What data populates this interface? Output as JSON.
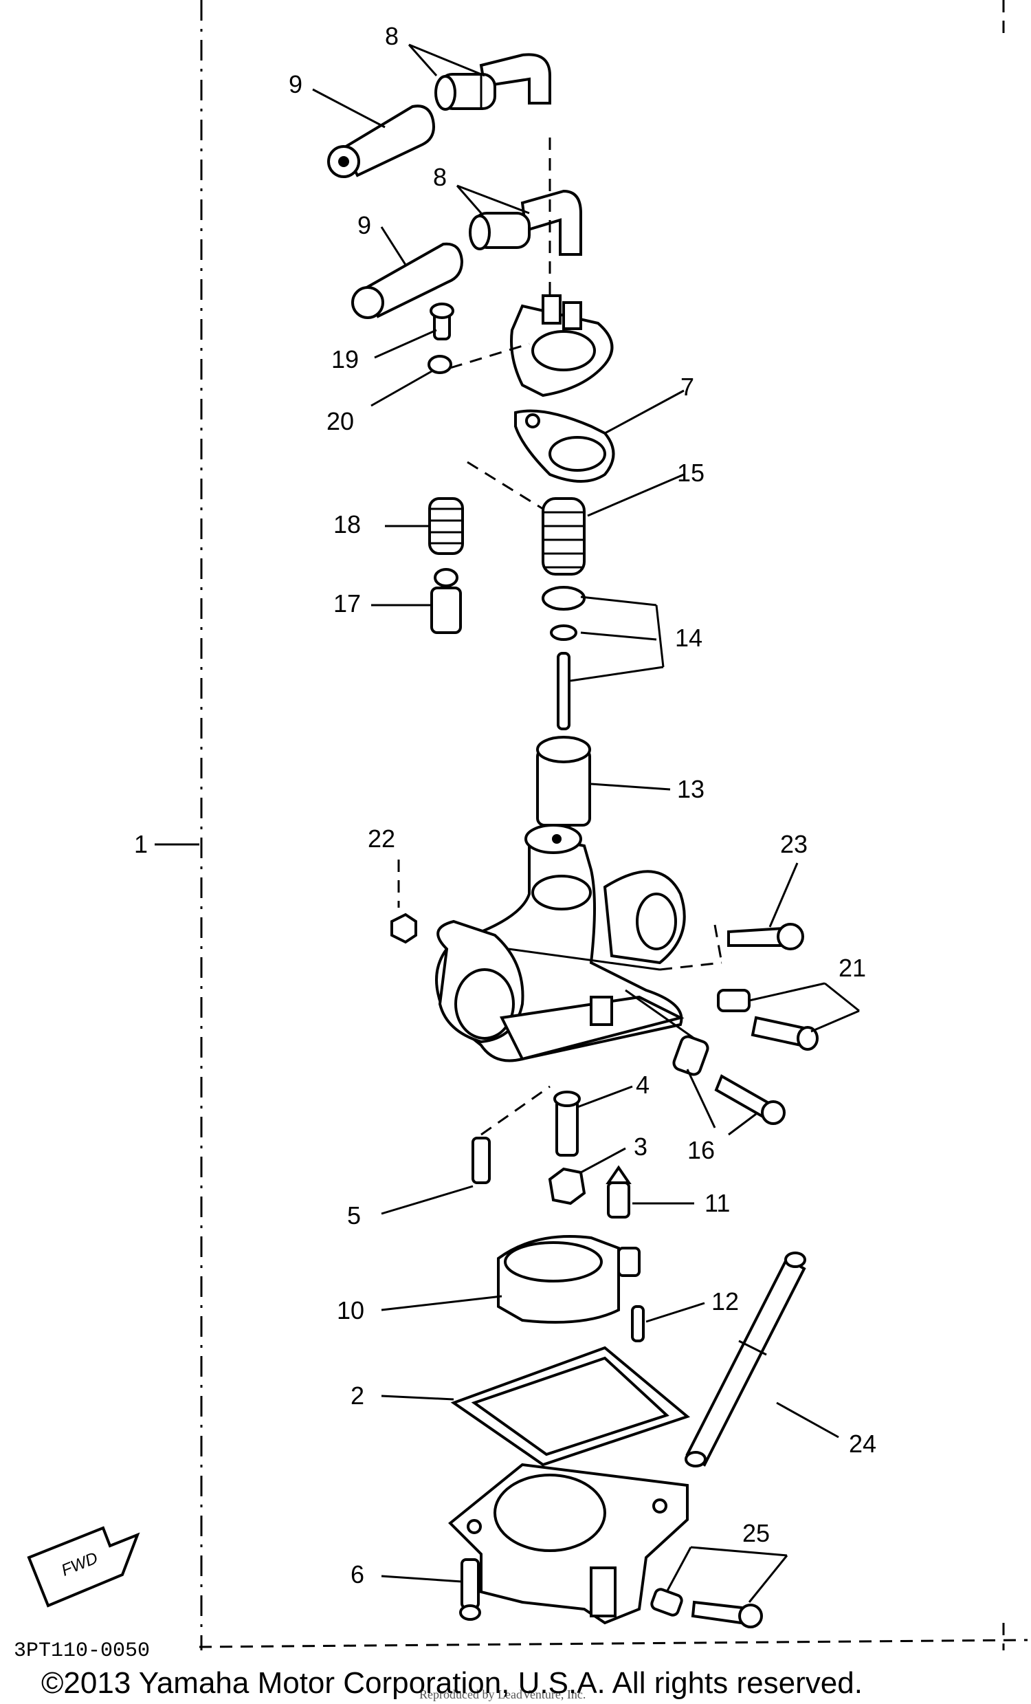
{
  "diagram": {
    "part_code": "3PT110-0050",
    "copyright": "©2013 Yamaha Motor Corporation, U.S.A. All rights reserved.",
    "watermark": "Reproduced by LeadVenture, Inc.",
    "fwd_label": "FWD",
    "callouts": {
      "c1": "1",
      "c2": "2",
      "c3": "3",
      "c4": "4",
      "c5": "5",
      "c6": "6",
      "c7": "7",
      "c8a": "8",
      "c8b": "8",
      "c9a": "9",
      "c9b": "9",
      "c10": "10",
      "c11": "11",
      "c12": "12",
      "c13": "13",
      "c14": "14",
      "c15": "15",
      "c16": "16",
      "c17": "17",
      "c18": "18",
      "c19": "19",
      "c20": "20",
      "c21": "21",
      "c22": "22",
      "c23": "23",
      "c24": "24",
      "c25": "25"
    }
  }
}
